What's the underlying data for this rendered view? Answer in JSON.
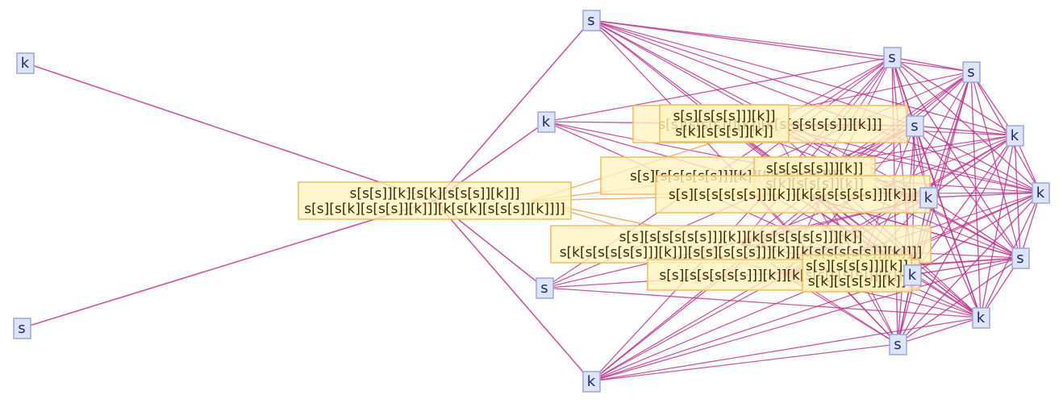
{
  "graph": {
    "edge_color": "#c0328e",
    "edge_color_highlight": "#f4a24a",
    "leaf_fill": "#dde4f7",
    "leaf_stroke": "#9aa8db",
    "expr_fill": "#fff3c0",
    "expr_stroke": "#f0bc60",
    "leaves": [
      {
        "id": "L1",
        "label": "k"
      },
      {
        "id": "L2",
        "label": "s"
      },
      {
        "id": "L3",
        "label": "s"
      },
      {
        "id": "L4",
        "label": "k"
      },
      {
        "id": "L5",
        "label": "s"
      },
      {
        "id": "L6",
        "label": "k"
      },
      {
        "id": "L7",
        "label": "s"
      },
      {
        "id": "L8",
        "label": "s"
      },
      {
        "id": "L9",
        "label": "s"
      },
      {
        "id": "L10",
        "label": "k"
      },
      {
        "id": "L11",
        "label": "k"
      },
      {
        "id": "L12",
        "label": "k"
      },
      {
        "id": "L13",
        "label": "s"
      },
      {
        "id": "L14",
        "label": "k"
      },
      {
        "id": "L15",
        "label": "k"
      },
      {
        "id": "L16",
        "label": "s"
      }
    ],
    "expressions": [
      {
        "id": "E1",
        "lines": [
          "s[s[s]][k][s[k][s[s[s]][k]]]",
          "s[s][s[k][s[s[s]][k]]][k[s[k][s[s[s]][k]]]]"
        ]
      },
      {
        "id": "E2",
        "lines": [
          "s[s][s[s[s]]][k]][k[s[s[s[s[s]]][k]]]"
        ]
      },
      {
        "id": "E3",
        "lines": [
          "s[s][s[s[s]]][k]]",
          "s[k][s[s[s]][k]]"
        ]
      },
      {
        "id": "E4",
        "lines": [
          "s[s][s[s[s[s[s]]][k]][k[s[s[s[s]]]]"
        ]
      },
      {
        "id": "E5",
        "lines": [
          "s[s[s[s[s]]][k]]",
          "s[k][s[s[s]][k]]"
        ]
      },
      {
        "id": "E6",
        "lines": [
          "s[s][s[s[s[s[s]]][k]][k[s[s[s[s[s]]][k]]]"
        ]
      },
      {
        "id": "E7",
        "lines": [
          "s[s][s[s[s[s[s]]][k]][k[s[s[s[s[s]]][k]]",
          "s[k[s[s[s[s[s]]][k]]][s[s][s[s[s]]][k]][k[s[s[s[s[s]]][k]]]]"
        ]
      },
      {
        "id": "E8",
        "lines": [
          "s[s][s[s[s[s[s]]][k]][k[s[s[s[s[s]]][k]]]"
        ]
      },
      {
        "id": "E9",
        "lines": [
          "s[s][s[s[s]]][k]]",
          "s[k][s[s[s]][k]]"
        ]
      }
    ]
  }
}
